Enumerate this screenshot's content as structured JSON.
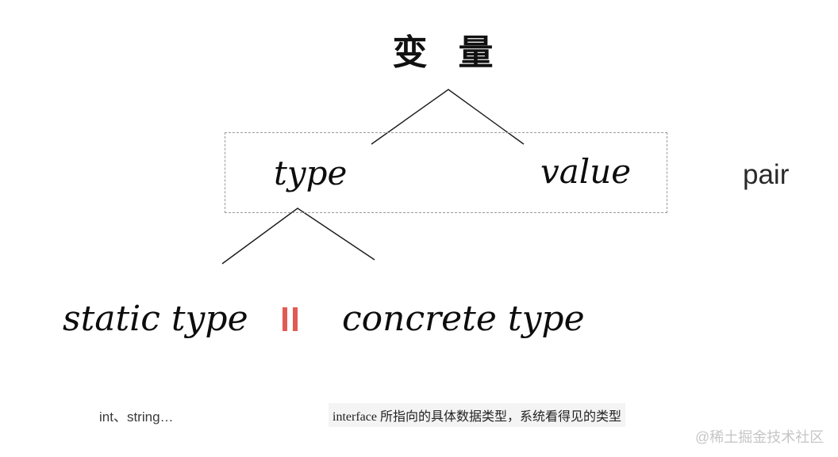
{
  "title": "变 量",
  "tree": {
    "root": "变 量",
    "root_children": [
      "type",
      "value"
    ],
    "type_children": [
      "static type",
      "concrete type"
    ]
  },
  "nodes": {
    "type": "type",
    "value": "value",
    "static_type": "static type",
    "concrete_type": "concrete type"
  },
  "labels": {
    "pair": "pair"
  },
  "icons": {
    "double_vertical_bars": "‖"
  },
  "notes": {
    "static_type_examples": "int、string…",
    "concrete_type_description": "interface 所指向的具体数据类型，系统看得见的类型"
  },
  "watermark": "@稀土掘金技术社区",
  "colors": {
    "line": "#1a1a1a",
    "dashed_border": "#9a9a9a",
    "accent_red": "#e15b52",
    "note_background": "#f4f4f4",
    "note_text": "#222222",
    "secondary_text": "#3a3a3a",
    "watermark_gray": "#c6c6c6",
    "background": "#ffffff"
  }
}
